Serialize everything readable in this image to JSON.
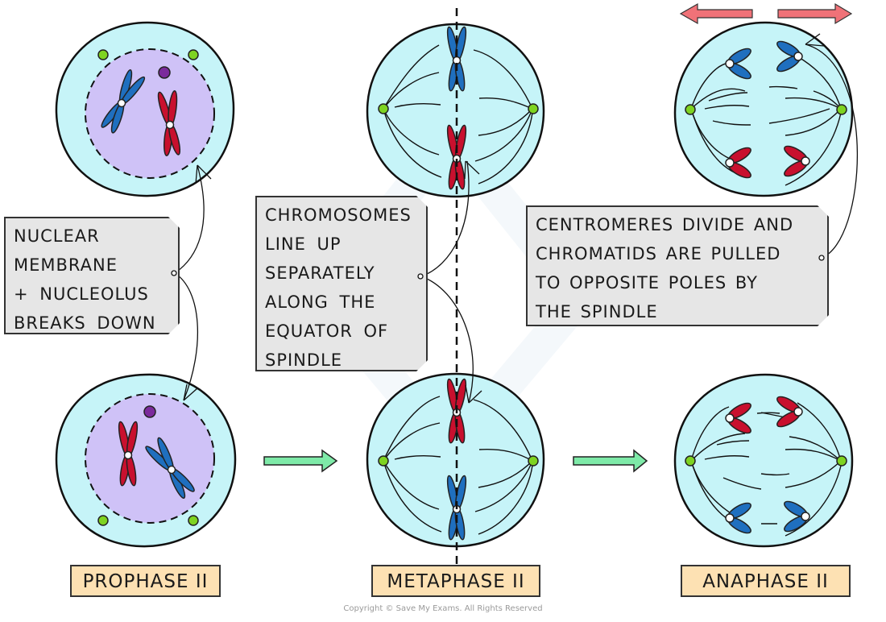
{
  "diagram": {
    "title": "Meiosis II stages",
    "colors": {
      "cytoplasm": "#c6f4f8",
      "nucleus": "#cfc2f7",
      "chromosome_red": "#c8102e",
      "chromosome_blue": "#1f6fbf",
      "centriole": "#7ed321",
      "nucleolus": "#7b2a9c",
      "stage_arrow": "#7eeaa8",
      "pull_arrow": "#f07278",
      "note_bg": "#e6e6e6",
      "label_bg": "#fde1b3"
    },
    "stages": [
      {
        "id": "prophase",
        "label": "PROPHASE II"
      },
      {
        "id": "metaphase",
        "label": "METAPHASE II"
      },
      {
        "id": "anaphase",
        "label": "ANAPHASE II"
      }
    ],
    "notes": {
      "prophase": [
        "NUCLEAR",
        "MEMBRANE",
        "+ NUCLEOLUS",
        "BREAKS  DOWN"
      ],
      "metaphase": [
        "CHROMOSOMES",
        "LINE  UP",
        "SEPARATELY",
        "ALONG  THE",
        "EQUATOR  OF",
        "SPINDLE"
      ],
      "anaphase": [
        "CENTROMERES  DIVIDE  AND",
        "CHROMATIDS  ARE  PULLED",
        "TO  OPPOSITE  POLES  BY",
        "THE  SPINDLE"
      ]
    },
    "copyright": "Copyright © Save My Exams. All Rights Reserved"
  }
}
